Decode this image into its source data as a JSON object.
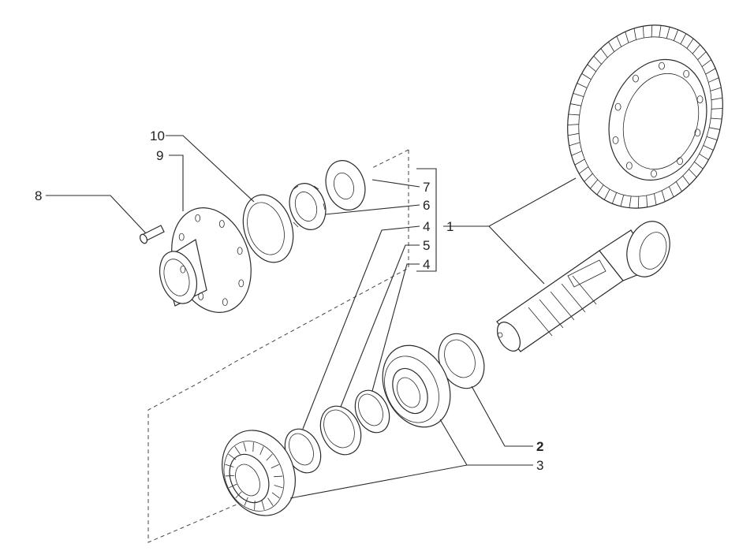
{
  "callouts": [
    {
      "id": "c1",
      "text": "1"
    },
    {
      "id": "c2",
      "text": "2"
    },
    {
      "id": "c3",
      "text": "3"
    },
    {
      "id": "c4a",
      "text": "4"
    },
    {
      "id": "c4b",
      "text": "4"
    },
    {
      "id": "c5",
      "text": "5"
    },
    {
      "id": "c6",
      "text": "6"
    },
    {
      "id": "c7",
      "text": "7"
    },
    {
      "id": "c8",
      "text": "8"
    },
    {
      "id": "c9",
      "text": "9"
    },
    {
      "id": "c10",
      "text": "10"
    }
  ]
}
